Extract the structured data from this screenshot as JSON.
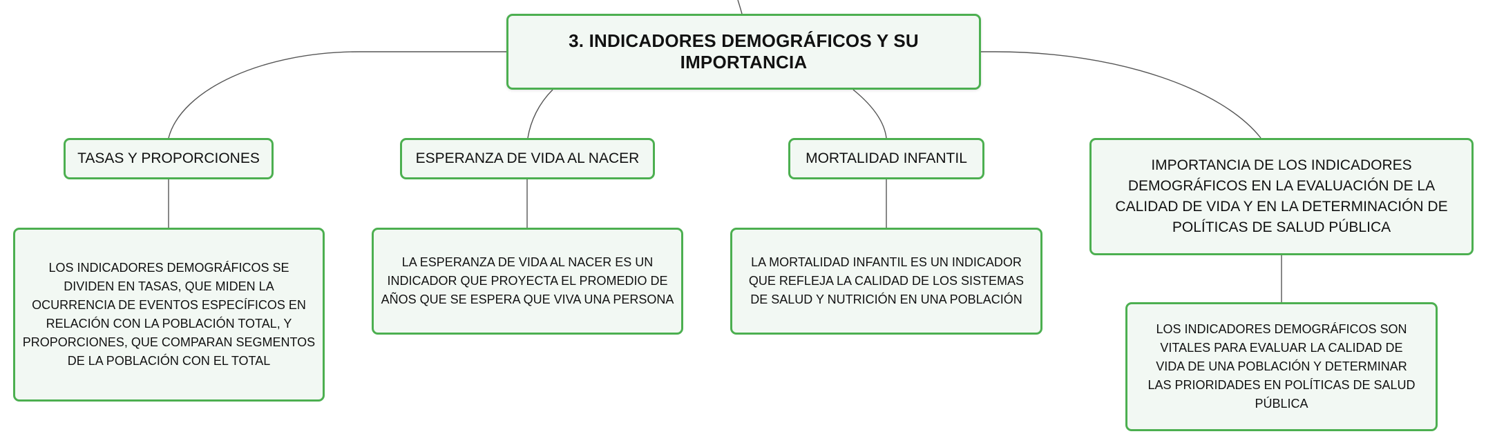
{
  "diagram": {
    "root": {
      "label": "3. INDICADORES DEMOGRÁFICOS Y SU IMPORTANCIA"
    },
    "topics": [
      {
        "label": "TASAS Y PROPORCIONES",
        "detail": "LOS INDICADORES DEMOGRÁFICOS SE DIVIDEN EN TASAS, QUE MIDEN LA OCURRENCIA DE EVENTOS ESPECÍFICOS EN RELACIÓN CON LA POBLACIÓN TOTAL, Y PROPORCIONES, QUE COMPARAN SEGMENTOS DE LA POBLACIÓN CON EL TOTAL"
      },
      {
        "label": "ESPERANZA DE VIDA AL NACER",
        "detail": "LA ESPERANZA DE VIDA AL NACER ES UN INDICADOR QUE PROYECTA EL PROMEDIO DE AÑOS QUE SE ESPERA QUE VIVA UNA PERSONA"
      },
      {
        "label": "MORTALIDAD INFANTIL",
        "detail": "LA MORTALIDAD INFANTIL ES UN INDICADOR QUE REFLEJA LA CALIDAD DE LOS SISTEMAS DE SALUD Y NUTRICIÓN EN UNA POBLACIÓN"
      },
      {
        "label": "IMPORTANCIA DE LOS INDICADORES DEMOGRÁFICOS EN LA EVALUACIÓN DE LA CALIDAD DE VIDA Y EN LA DETERMINACIÓN DE POLÍTICAS DE SALUD PÚBLICA",
        "detail": "LOS INDICADORES DEMOGRÁFICOS SON VITALES PARA EVALUAR LA CALIDAD DE VIDA DE UNA POBLACIÓN Y DETERMINAR LAS PRIORIDADES EN POLÍTICAS DE SALUD PÚBLICA"
      }
    ],
    "colors": {
      "node_border": "#4caf50",
      "node_fill": "#f2f8f3",
      "connector": "#555555",
      "text": "#111111"
    }
  }
}
